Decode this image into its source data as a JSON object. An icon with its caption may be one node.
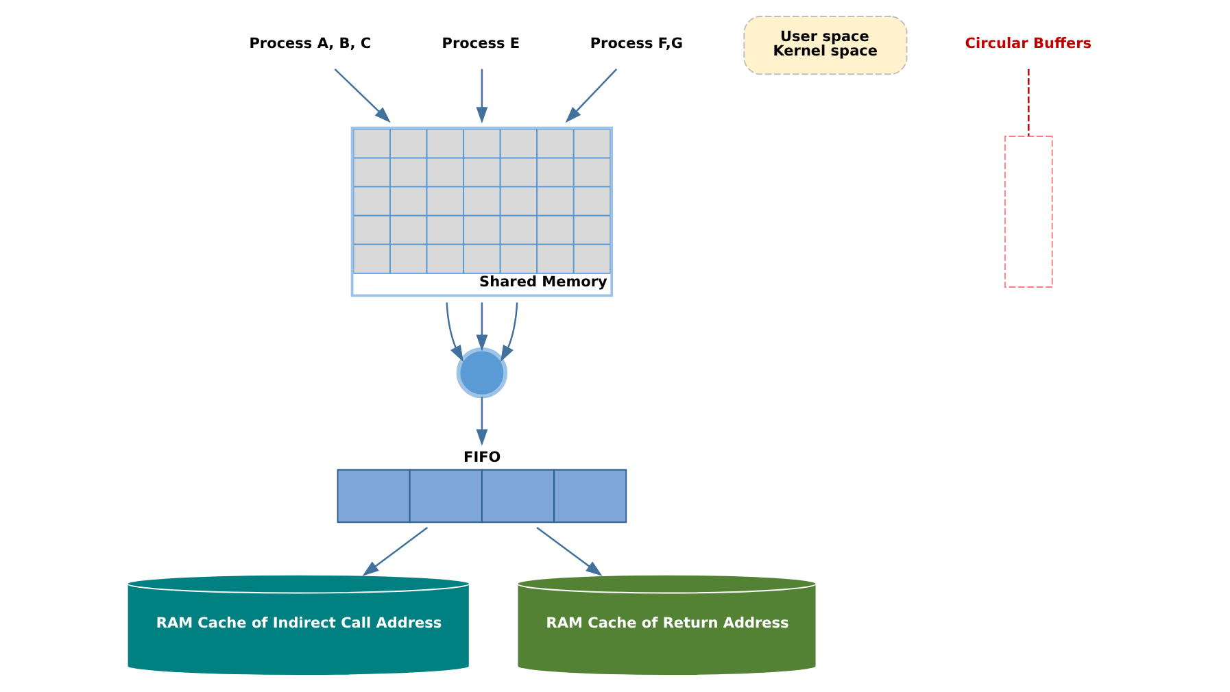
{
  "diagram": {
    "nodes": [
      {
        "text": [
          "Process A, B, C"
        ]
      },
      {
        "text": [
          "Process E"
        ]
      },
      {
        "text": [
          "Process F,G"
        ]
      },
      {
        "text": [
          "User space",
          "Kernel space"
        ]
      },
      {
        "text": [
          "Shared Memory"
        ]
      },
      {
        "text": [
          "Circular Buffers"
        ]
      },
      {
        "text": [],
        "shape": "box"
      },
      {
        "text": [],
        "shape": "circle"
      },
      {
        "text": [
          "FIFO"
        ]
      },
      {
        "text": [
          "RAM Cache of Indirect Call Address"
        ]
      },
      {
        "text": [
          "RAM Cache of Return Address"
        ]
      }
    ],
    "edges": [
      {
        "from": 0,
        "to": 4,
        "arrow": "to"
      },
      {
        "from": 1,
        "to": 4,
        "arrow": "to"
      },
      {
        "from": 2,
        "to": 4,
        "arrow": "to"
      },
      {
        "from": 5,
        "to": 6,
        "arrow": "none",
        "style": "dashed",
        "color": "#c00000"
      },
      {
        "from": 4,
        "to": 7,
        "arrow": "to"
      },
      {
        "from": 4,
        "to": 7,
        "arrow": "to"
      },
      {
        "from": 4,
        "to": 7,
        "arrow": "to"
      },
      {
        "from": 7,
        "to": 8,
        "arrow": "to"
      },
      {
        "from": 8,
        "to": 9,
        "arrow": "to"
      },
      {
        "from": 8,
        "to": 10,
        "arrow": "to"
      }
    ]
  }
}
